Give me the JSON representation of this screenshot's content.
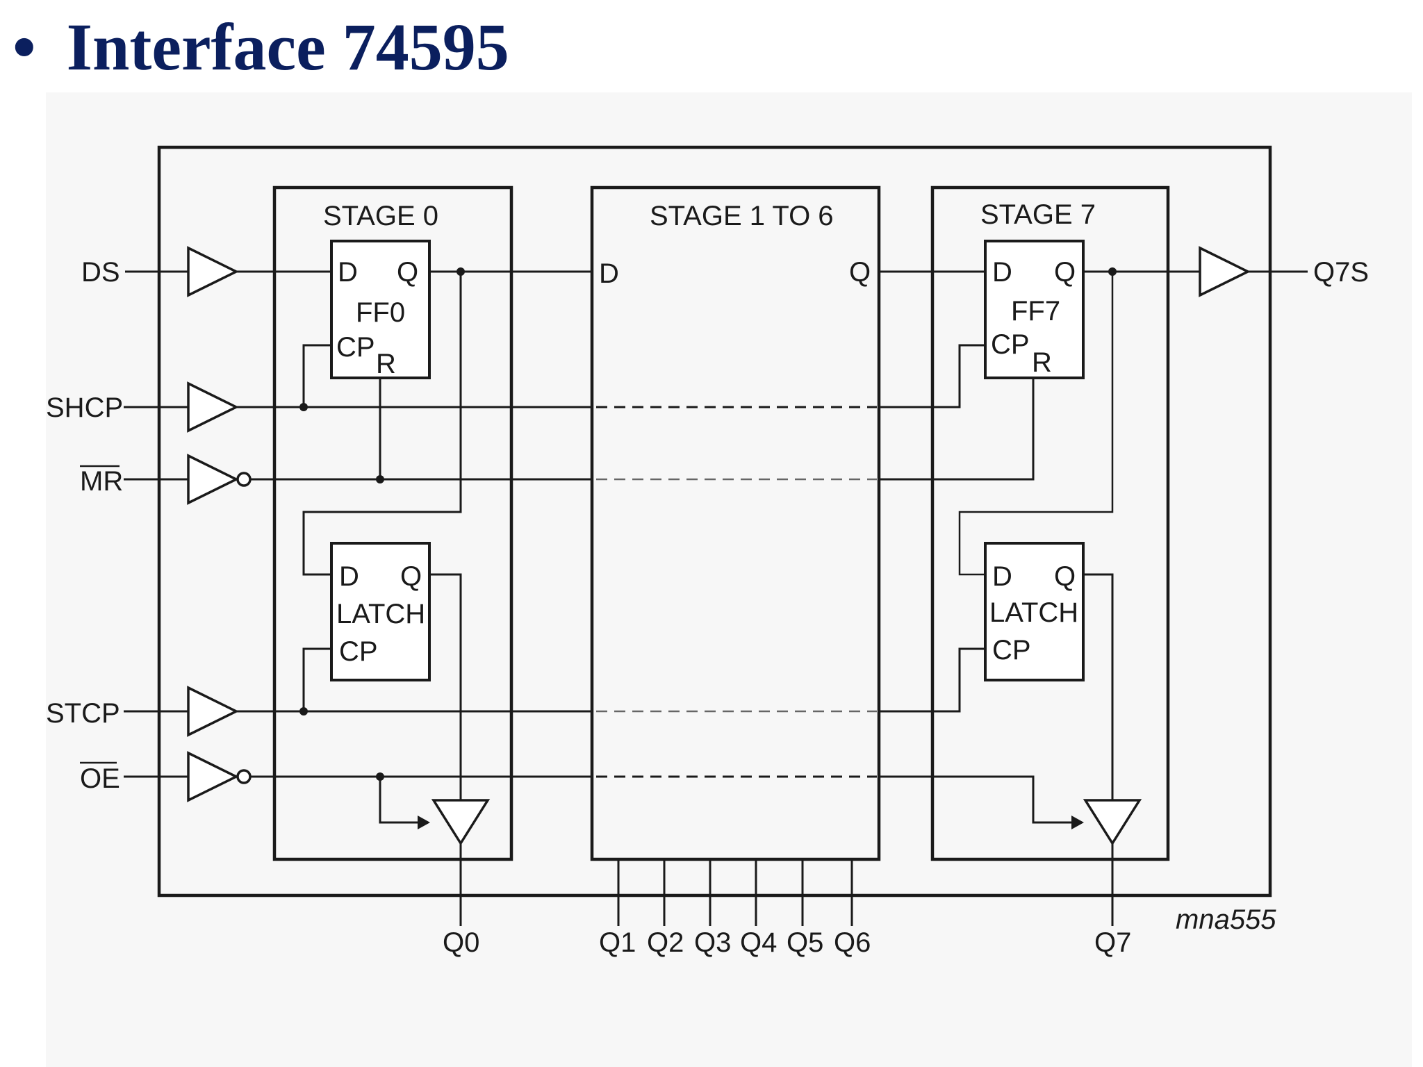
{
  "slide": {
    "bullet": "•",
    "title": "Interface 74595"
  },
  "diagram": {
    "stages": {
      "stage0": "STAGE 0",
      "stage1to6": "STAGE 1 TO 6",
      "stage7": "STAGE 7"
    },
    "inputs": {
      "ds": "DS",
      "shcp": "SHCP",
      "mr": "MR",
      "stcp": "STCP",
      "oe": "OE"
    },
    "outputs": {
      "q7s": "Q7S",
      "q0": "Q0",
      "q1": "Q1",
      "q2": "Q2",
      "q3": "Q3",
      "q4": "Q4",
      "q5": "Q5",
      "q6": "Q6",
      "q7": "Q7"
    },
    "ff0": {
      "name": "FF0",
      "d": "D",
      "q": "Q",
      "cp": "CP",
      "r": "R"
    },
    "ff7": {
      "name": "FF7",
      "d": "D",
      "q": "Q",
      "cp": "CP",
      "r": "R"
    },
    "latch0": {
      "name": "LATCH",
      "d": "D",
      "q": "Q",
      "cp": "CP"
    },
    "latch7": {
      "name": "LATCH",
      "d": "D",
      "q": "Q",
      "cp": "CP"
    },
    "middle": {
      "d": "D",
      "q": "Q"
    },
    "figure_id": "mna555"
  }
}
